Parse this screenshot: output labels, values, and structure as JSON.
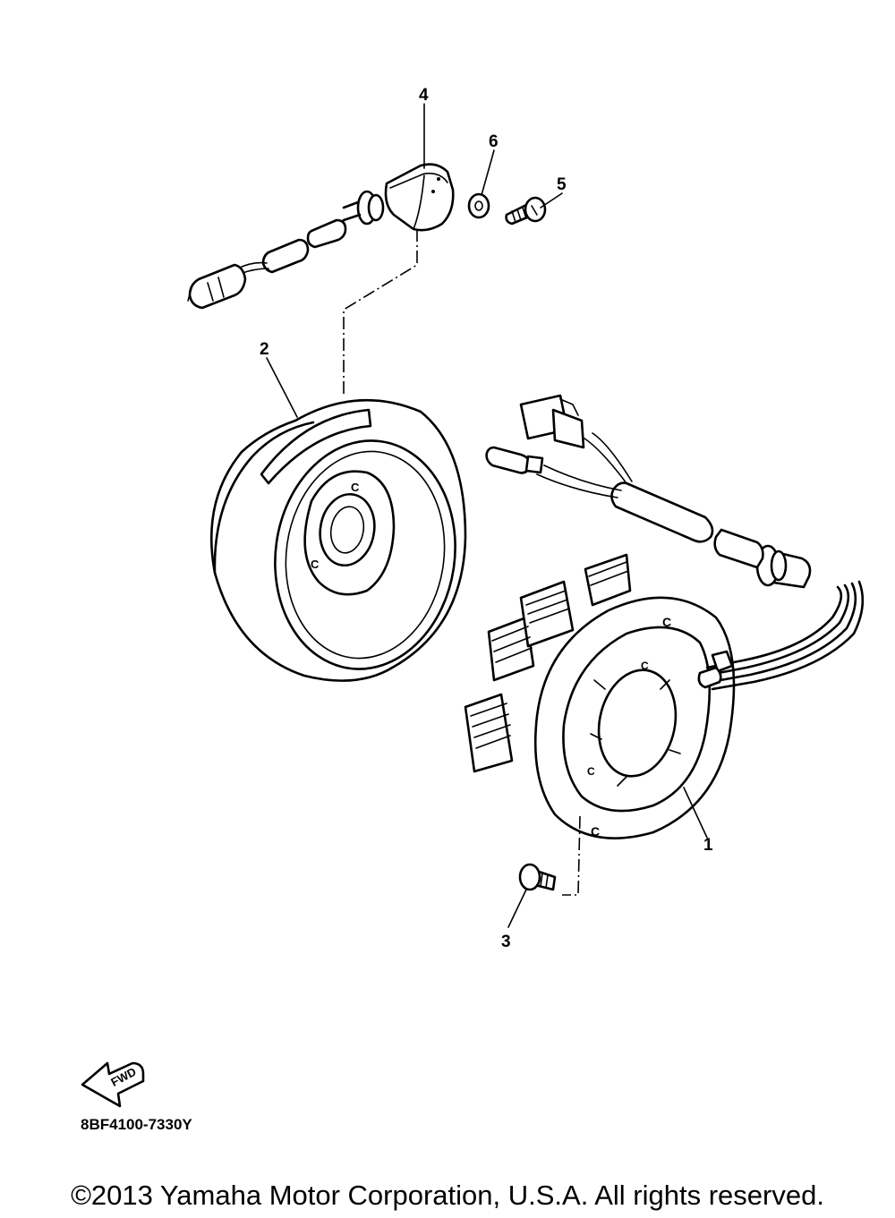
{
  "callouts": {
    "c1": "1",
    "c2": "2",
    "c3": "3",
    "c4": "4",
    "c5": "5",
    "c6": "6"
  },
  "fwd_label": "FWD",
  "diagram_code": "8BF4100-7330Y",
  "copyright": "©2013 Yamaha Motor Corporation, U.S.A. All rights reserved."
}
